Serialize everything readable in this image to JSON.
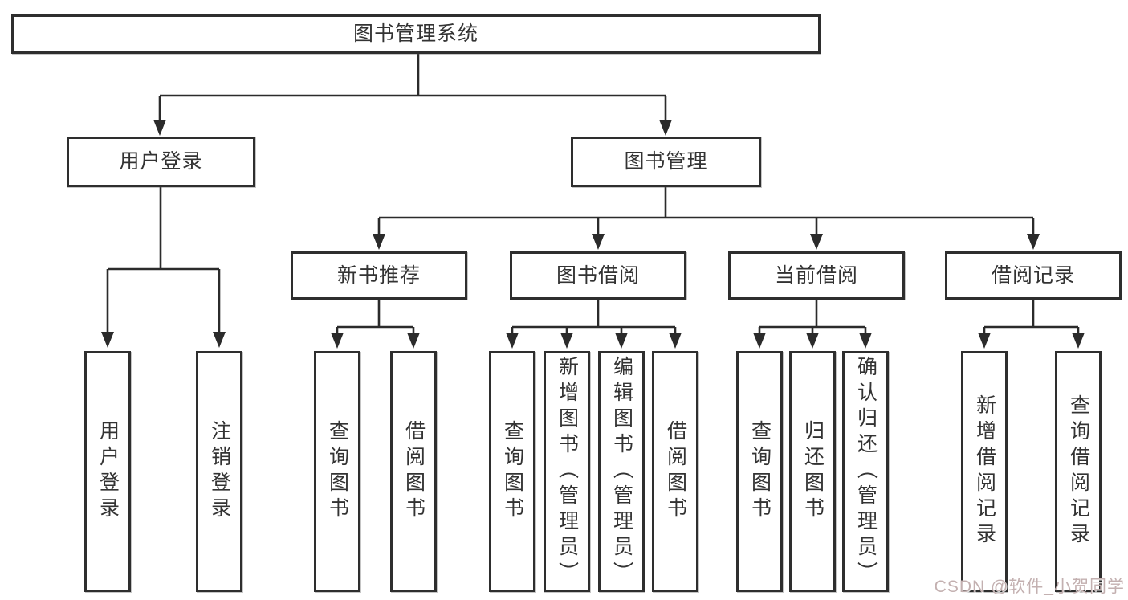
{
  "tree": {
    "root": {
      "label": "图书管理系统"
    },
    "branches": [
      {
        "label": "用户登录",
        "children": [
          {
            "label": "用户登录"
          },
          {
            "label": "注销登录"
          }
        ]
      },
      {
        "label": "图书管理",
        "sections": [
          {
            "label": "新书推荐",
            "children": [
              {
                "label": "查询图书"
              },
              {
                "label": "借阅图书"
              }
            ]
          },
          {
            "label": "图书借阅",
            "children": [
              {
                "label": "查询图书"
              },
              {
                "label": "新增图书（管理员）"
              },
              {
                "label": "编辑图书（管理员）"
              },
              {
                "label": "借阅图书"
              }
            ]
          },
          {
            "label": "当前借阅",
            "children": [
              {
                "label": "查询图书"
              },
              {
                "label": "归还图书"
              },
              {
                "label": "确认归还（管理员）"
              }
            ]
          },
          {
            "label": "借阅记录",
            "children": [
              {
                "label": "新增借阅记录"
              },
              {
                "label": "查询借阅记录"
              }
            ]
          }
        ]
      }
    ]
  },
  "watermark": {
    "text": "CSDN @软件_小贺同学"
  },
  "colors": {
    "line": "#2b2b2b",
    "box_border": "#2e2e2e",
    "background": "#ffffff",
    "text": "#333333",
    "watermark": "#c3b0b0"
  }
}
